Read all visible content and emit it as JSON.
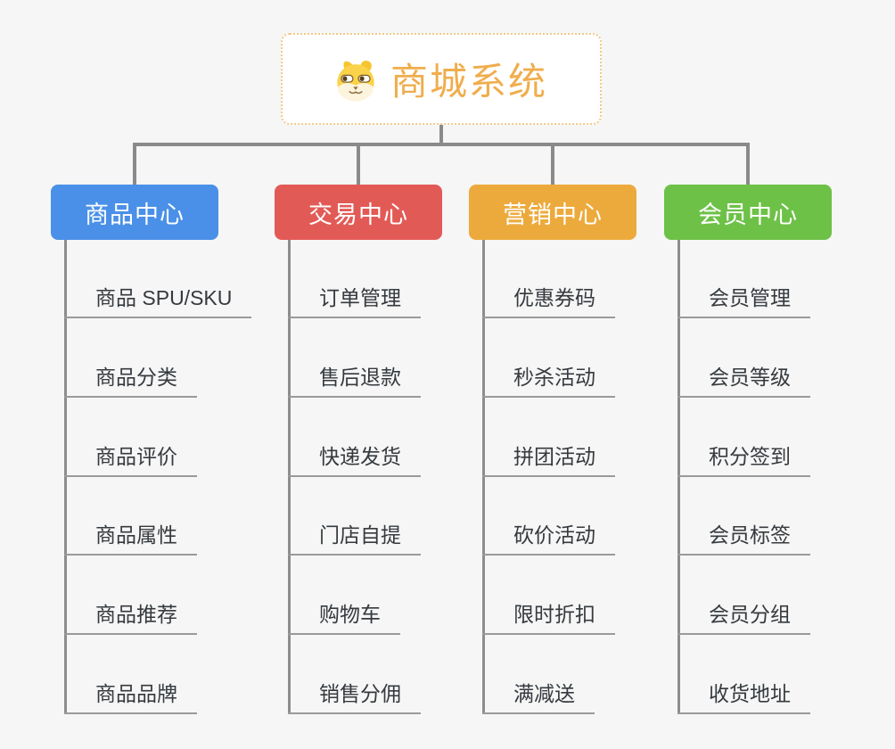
{
  "root": {
    "title": "商城系统",
    "title_color": "#f0ad4d",
    "border_color": "#f2c98a",
    "icon": "dog-face-icon"
  },
  "connector_color": "#8a8a8a",
  "underline_color": "#9a9a9a",
  "branches": [
    {
      "label": "商品中心",
      "color": "#4a90e8",
      "children": [
        "商品 SPU/SKU",
        "商品分类",
        "商品评价",
        "商品属性",
        "商品推荐",
        "商品品牌"
      ]
    },
    {
      "label": "交易中心",
      "color": "#e25a56",
      "children": [
        "订单管理",
        "售后退款",
        "快递发货",
        "门店自提",
        "购物车",
        "销售分佣"
      ]
    },
    {
      "label": "营销中心",
      "color": "#edaa3c",
      "children": [
        "优惠券码",
        "秒杀活动",
        "拼团活动",
        "砍价活动",
        "限时折扣",
        "满减送"
      ]
    },
    {
      "label": "会员中心",
      "color": "#6dc147",
      "children": [
        "会员管理",
        "会员等级",
        "积分签到",
        "会员标签",
        "会员分组",
        "收货地址"
      ]
    }
  ]
}
